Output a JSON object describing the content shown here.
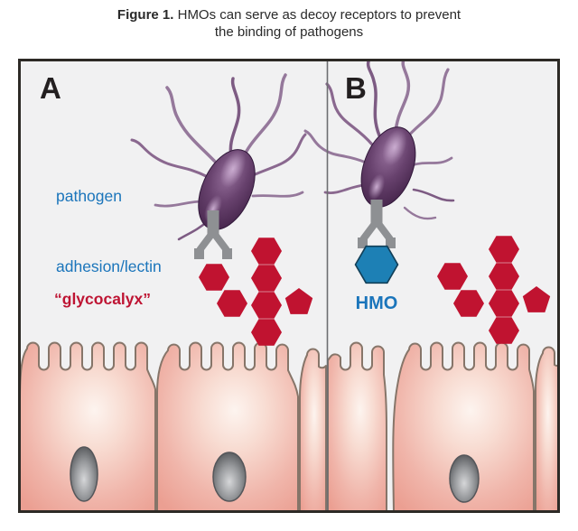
{
  "figure": {
    "caption_bold": "Figure 1.",
    "caption_line1": " HMOs can serve as decoy receptors to prevent",
    "caption_line2": "the binding of pathogens"
  },
  "panel_a": {
    "label": "A",
    "annotations": {
      "pathogen": "pathogen",
      "adhesion": "adhesion/lectin",
      "glycocalyx": "“glycocalyx”"
    },
    "shapes": {
      "pathogen": "flagellated-bacterium",
      "lectin": "gray-claw-receptor",
      "glycocalyx": "red-hexagon-cluster-with-pentagon"
    }
  },
  "panel_b": {
    "label": "B",
    "annotations": {
      "hmo": "HMO"
    },
    "shapes": {
      "pathogen": "flagellated-bacterium",
      "lectin": "gray-claw-receptor",
      "hmo": "blue-hexagon-decoy",
      "glycocalyx": "red-hexagon-cluster-with-pentagon"
    }
  },
  "colors": {
    "page_bg": "#ffffff",
    "panel_bg": "#f1f1f2",
    "frame": "#2d2a26",
    "divider": "#6d6e71",
    "panel_label": "#231f20",
    "annotation_blue": "#1b75bb",
    "annotation_red": "#be1433",
    "glycocalyx_red": "#c01330",
    "hmo_blue": "#1d80b5",
    "hmo_outline": "#123f58",
    "pathogen_purple": "#5d3a62",
    "flagella_purple": "#95789b",
    "flagella_dark": "#7d5b83",
    "lectin_gray": "#8e9093",
    "cell_pink": "#f0b4a9",
    "cell_outline": "#867569",
    "nucleus_gray": "#808285"
  }
}
